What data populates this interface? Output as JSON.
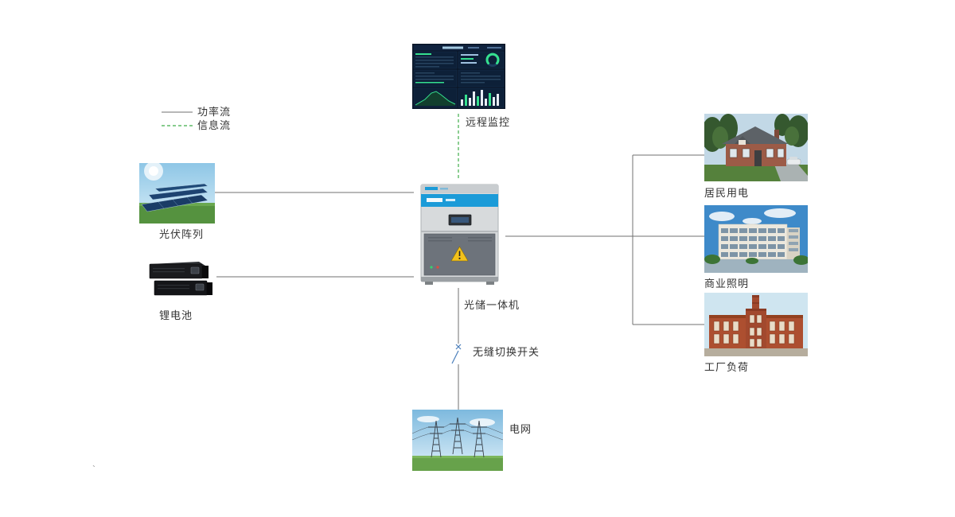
{
  "legend": {
    "power_flow_label": "功率流",
    "info_flow_label": "信息流"
  },
  "nodes": {
    "remote_monitor": {
      "label": "远程监控"
    },
    "pv_array": {
      "label": "光伏阵列"
    },
    "lithium_battery": {
      "label": "锂电池"
    },
    "inverter": {
      "label": "光储一体机"
    },
    "transfer_switch": {
      "label": "无缝切换开关"
    },
    "grid": {
      "label": "电网"
    },
    "residential": {
      "label": "居民用电"
    },
    "commercial": {
      "label": "商业照明"
    },
    "factory": {
      "label": "工厂负荷"
    }
  },
  "colors": {
    "power_flow_line": "#707070",
    "info_flow_line": "#3fae49",
    "inverter_brand_blue": "#1b9bd8",
    "switch_symbol": "#4a7ebb"
  },
  "stray_mark": "`"
}
